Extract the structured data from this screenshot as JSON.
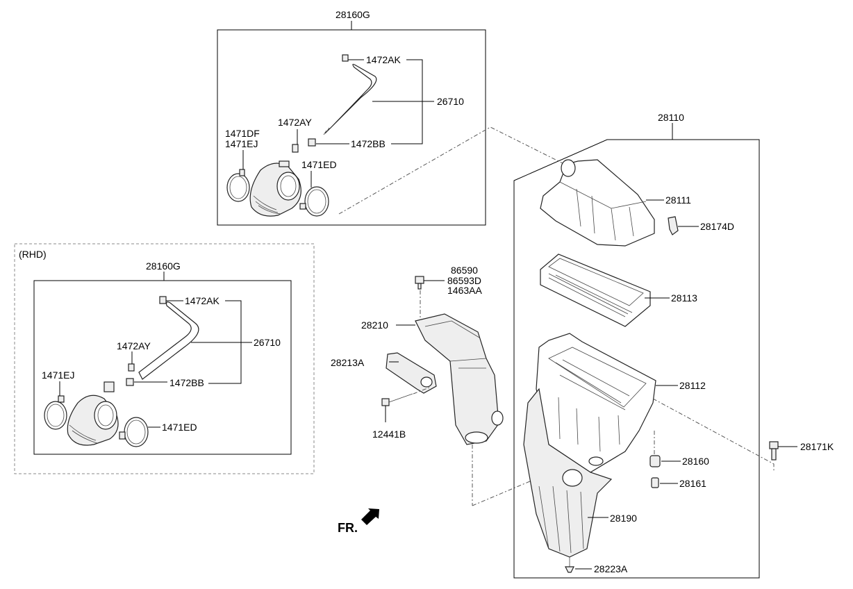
{
  "labels": {
    "top_box_title": "28160G",
    "top_1472AK": "1472AK",
    "top_26710": "26710",
    "top_1472AY": "1472AY",
    "top_1472BB": "1472BB",
    "top_1471DF": "1471DF",
    "top_1471EJ": "1471EJ",
    "top_1471ED": "1471ED",
    "rhd_tag": "(RHD)",
    "rhd_box_title": "28160G",
    "rhd_1472AK": "1472AK",
    "rhd_1472AY": "1472AY",
    "rhd_26710": "26710",
    "rhd_1471EJ": "1471EJ",
    "rhd_1472BB": "1472BB",
    "rhd_1471ED": "1471ED",
    "c_86590": "86590",
    "c_86593D": "86593D",
    "c_1463AA": "1463AA",
    "c_28210": "28210",
    "c_28213A": "28213A",
    "c_12441B": "12441B",
    "fr": "FR.",
    "r_box_title": "28110",
    "r_28111": "28111",
    "r_28174D": "28174D",
    "r_28113": "28113",
    "r_28112": "28112",
    "r_28160": "28160",
    "r_28161": "28161",
    "r_28190": "28190",
    "r_28223A": "28223A",
    "r_28171K": "28171K"
  }
}
